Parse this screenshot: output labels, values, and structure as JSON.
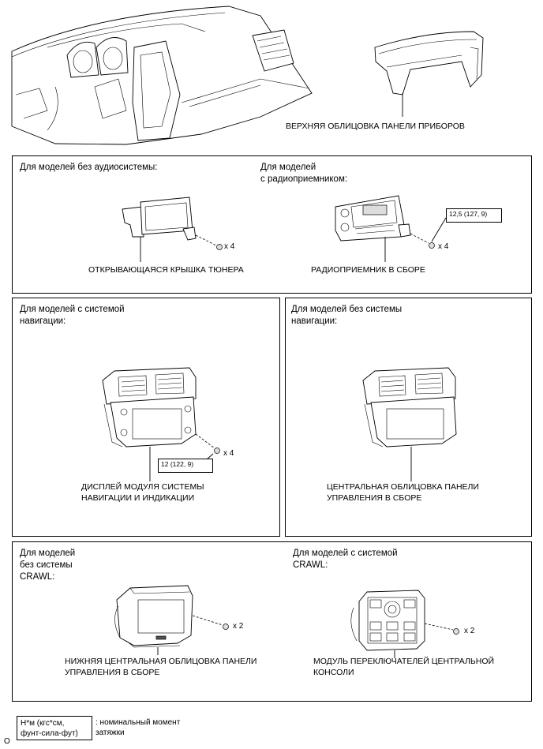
{
  "top": {
    "upper_panel_label": "ВЕРХНЯЯ ОБЛИЦОВКА ПАНЕЛИ ПРИБОРОВ"
  },
  "section1": {
    "left_header": "Для моделей без аудиосистемы:",
    "right_header": "Для моделей\nс радиоприемником:",
    "left_label": "ОТКРЫВАЮЩАЯСЯ КРЫШКА ТЮНЕРА",
    "right_label": "РАДИОПРИЕМНИК В СБОРЕ",
    "left_qty": "x 4",
    "right_qty": "x 4",
    "torque": "12,5 (127, 9)"
  },
  "section2": {
    "left_header": "Для моделей с системой\nнавигации:",
    "right_header": "Для моделей без системы\nнавигации:",
    "left_label": "ДИСПЛЕЙ МОДУЛЯ СИСТЕМЫ\nНАВИГАЦИИ И ИНДИКАЦИИ",
    "right_label": "ЦЕНТРАЛЬНАЯ ОБЛИЦОВКА ПАНЕЛИ\nУПРАВЛЕНИЯ В СБОРЕ",
    "left_qty": "x 4",
    "torque": "12 (122, 9)"
  },
  "section3": {
    "left_header": "Для моделей\nбез системы\nCRAWL:",
    "right_header": "Для моделей с системой\nCRAWL:",
    "left_label": "НИЖНЯЯ ЦЕНТРАЛЬНАЯ ОБЛИЦОВКА ПАНЕЛИ\nУПРАВЛЕНИЯ В СБОРЕ",
    "right_label": "МОДУЛЬ ПЕРЕКЛЮЧАТЕЛЕЙ ЦЕНТРАЛЬНОЙ\nКОНСОЛИ",
    "left_qty": "x 2",
    "right_qty": "x 2"
  },
  "legend": {
    "box_text": "Н*м (кгс*см,\nфунт-сила-фут)",
    "description": ": номинальный момент\nзатяжки",
    "corner_mark": "O"
  }
}
